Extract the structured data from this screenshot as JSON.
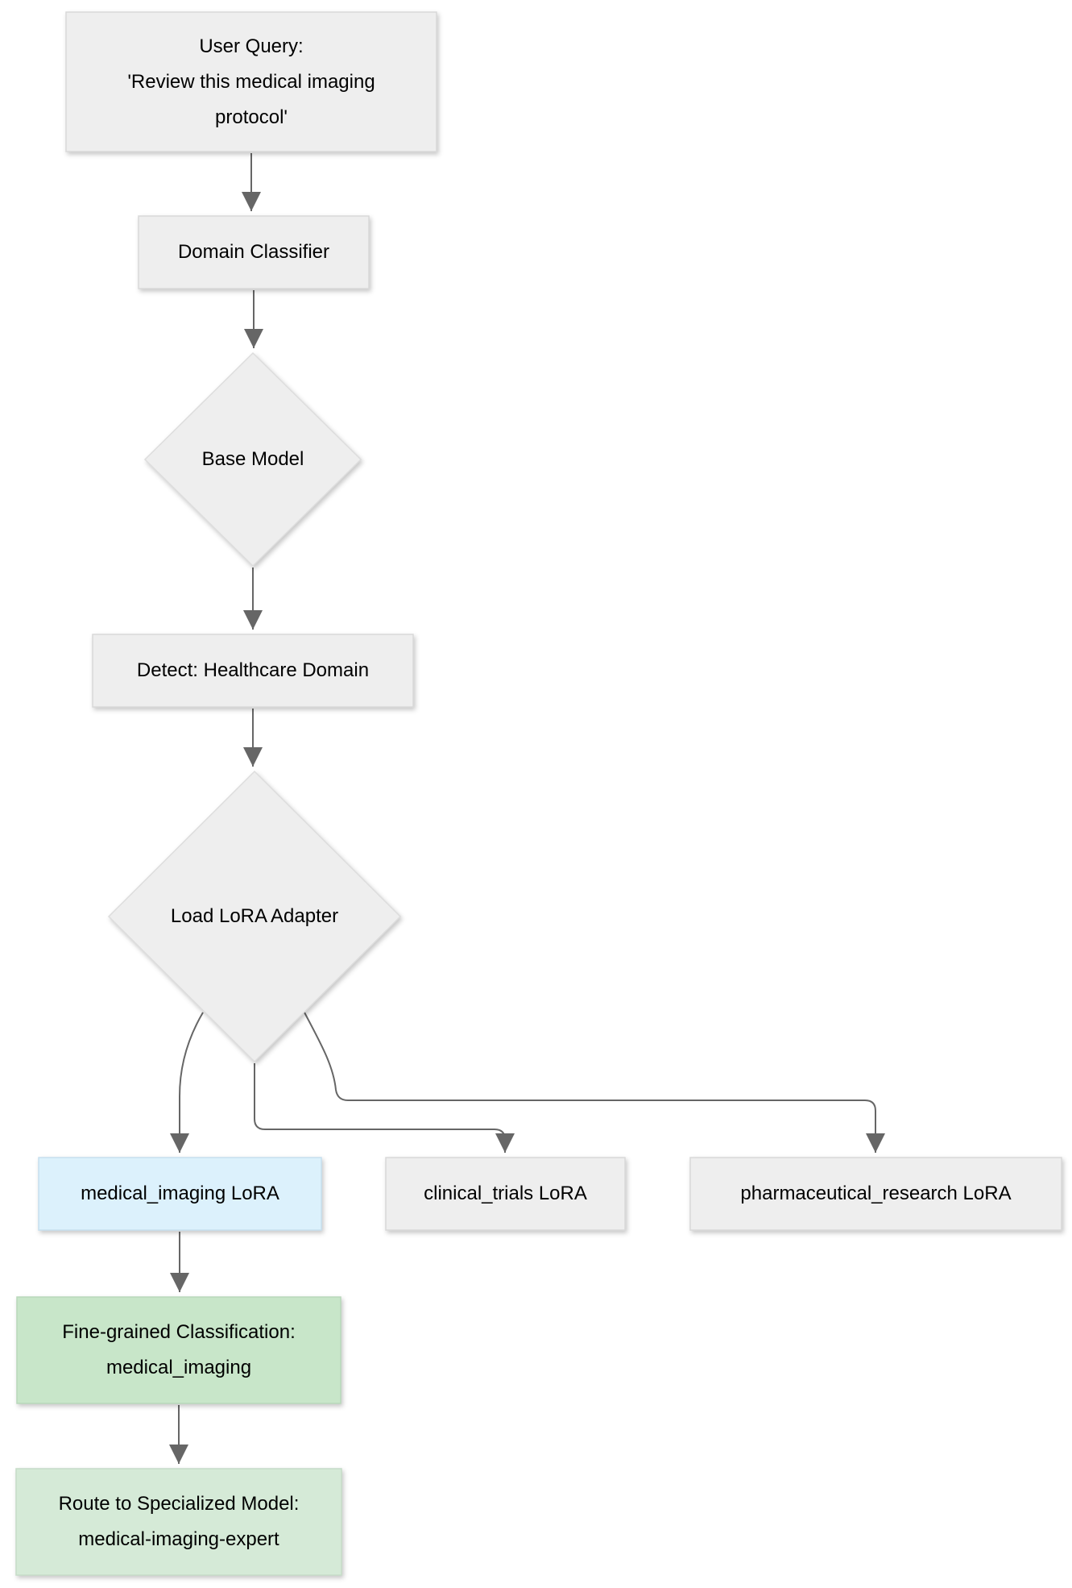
{
  "diagram": {
    "background": "#ffffff",
    "edge_color": "#666666",
    "text_color": "#000000",
    "nodes": {
      "user_query": {
        "shape": "rectangle",
        "fill": "#eeeeee",
        "border": "#d9d9d9",
        "lines": [
          "User Query:",
          "'Review this medical imaging",
          "protocol'"
        ]
      },
      "domain_classifier": {
        "shape": "rectangle",
        "fill": "#eeeeee",
        "border": "#d9d9d9",
        "label": "Domain Classifier"
      },
      "base_model": {
        "shape": "diamond",
        "fill": "#eeeeee",
        "border": "#dddddd",
        "label": "Base Model"
      },
      "detect_healthcare": {
        "shape": "rectangle",
        "fill": "#eeeeee",
        "border": "#d9d9d9",
        "label": "Detect: Healthcare Domain"
      },
      "load_lora_adapter": {
        "shape": "diamond",
        "fill": "#eeeeee",
        "border": "#dddddd",
        "label": "Load LoRA Adapter"
      },
      "medical_imaging_lora": {
        "shape": "rectangle",
        "fill": "#dcf1fc",
        "border": "#c7e0ef",
        "label": "medical_imaging LoRA"
      },
      "clinical_trials_lora": {
        "shape": "rectangle",
        "fill": "#eeeeee",
        "border": "#d9d9d9",
        "label": "clinical_trials LoRA"
      },
      "pharmaceutical_research_lora": {
        "shape": "rectangle",
        "fill": "#eeeeee",
        "border": "#d9d9d9",
        "label": "pharmaceutical_research LoRA"
      },
      "fine_grained_classification": {
        "shape": "rectangle",
        "fill": "#c8e6c9",
        "border": "#b9d8bb",
        "lines": [
          "Fine-grained Classification:",
          "medical_imaging"
        ]
      },
      "route_to_specialized_model": {
        "shape": "rectangle",
        "fill": "#d5ead7",
        "border": "#c6dcc8",
        "lines": [
          "Route to Specialized Model:",
          "medical-imaging-expert"
        ]
      }
    },
    "edges": [
      {
        "from": "user_query",
        "to": "domain_classifier"
      },
      {
        "from": "domain_classifier",
        "to": "base_model"
      },
      {
        "from": "base_model",
        "to": "detect_healthcare"
      },
      {
        "from": "detect_healthcare",
        "to": "load_lora_adapter"
      },
      {
        "from": "load_lora_adapter",
        "to": "medical_imaging_lora"
      },
      {
        "from": "load_lora_adapter",
        "to": "clinical_trials_lora"
      },
      {
        "from": "load_lora_adapter",
        "to": "pharmaceutical_research_lora"
      },
      {
        "from": "medical_imaging_lora",
        "to": "fine_grained_classification"
      },
      {
        "from": "fine_grained_classification",
        "to": "route_to_specialized_model"
      }
    ]
  }
}
